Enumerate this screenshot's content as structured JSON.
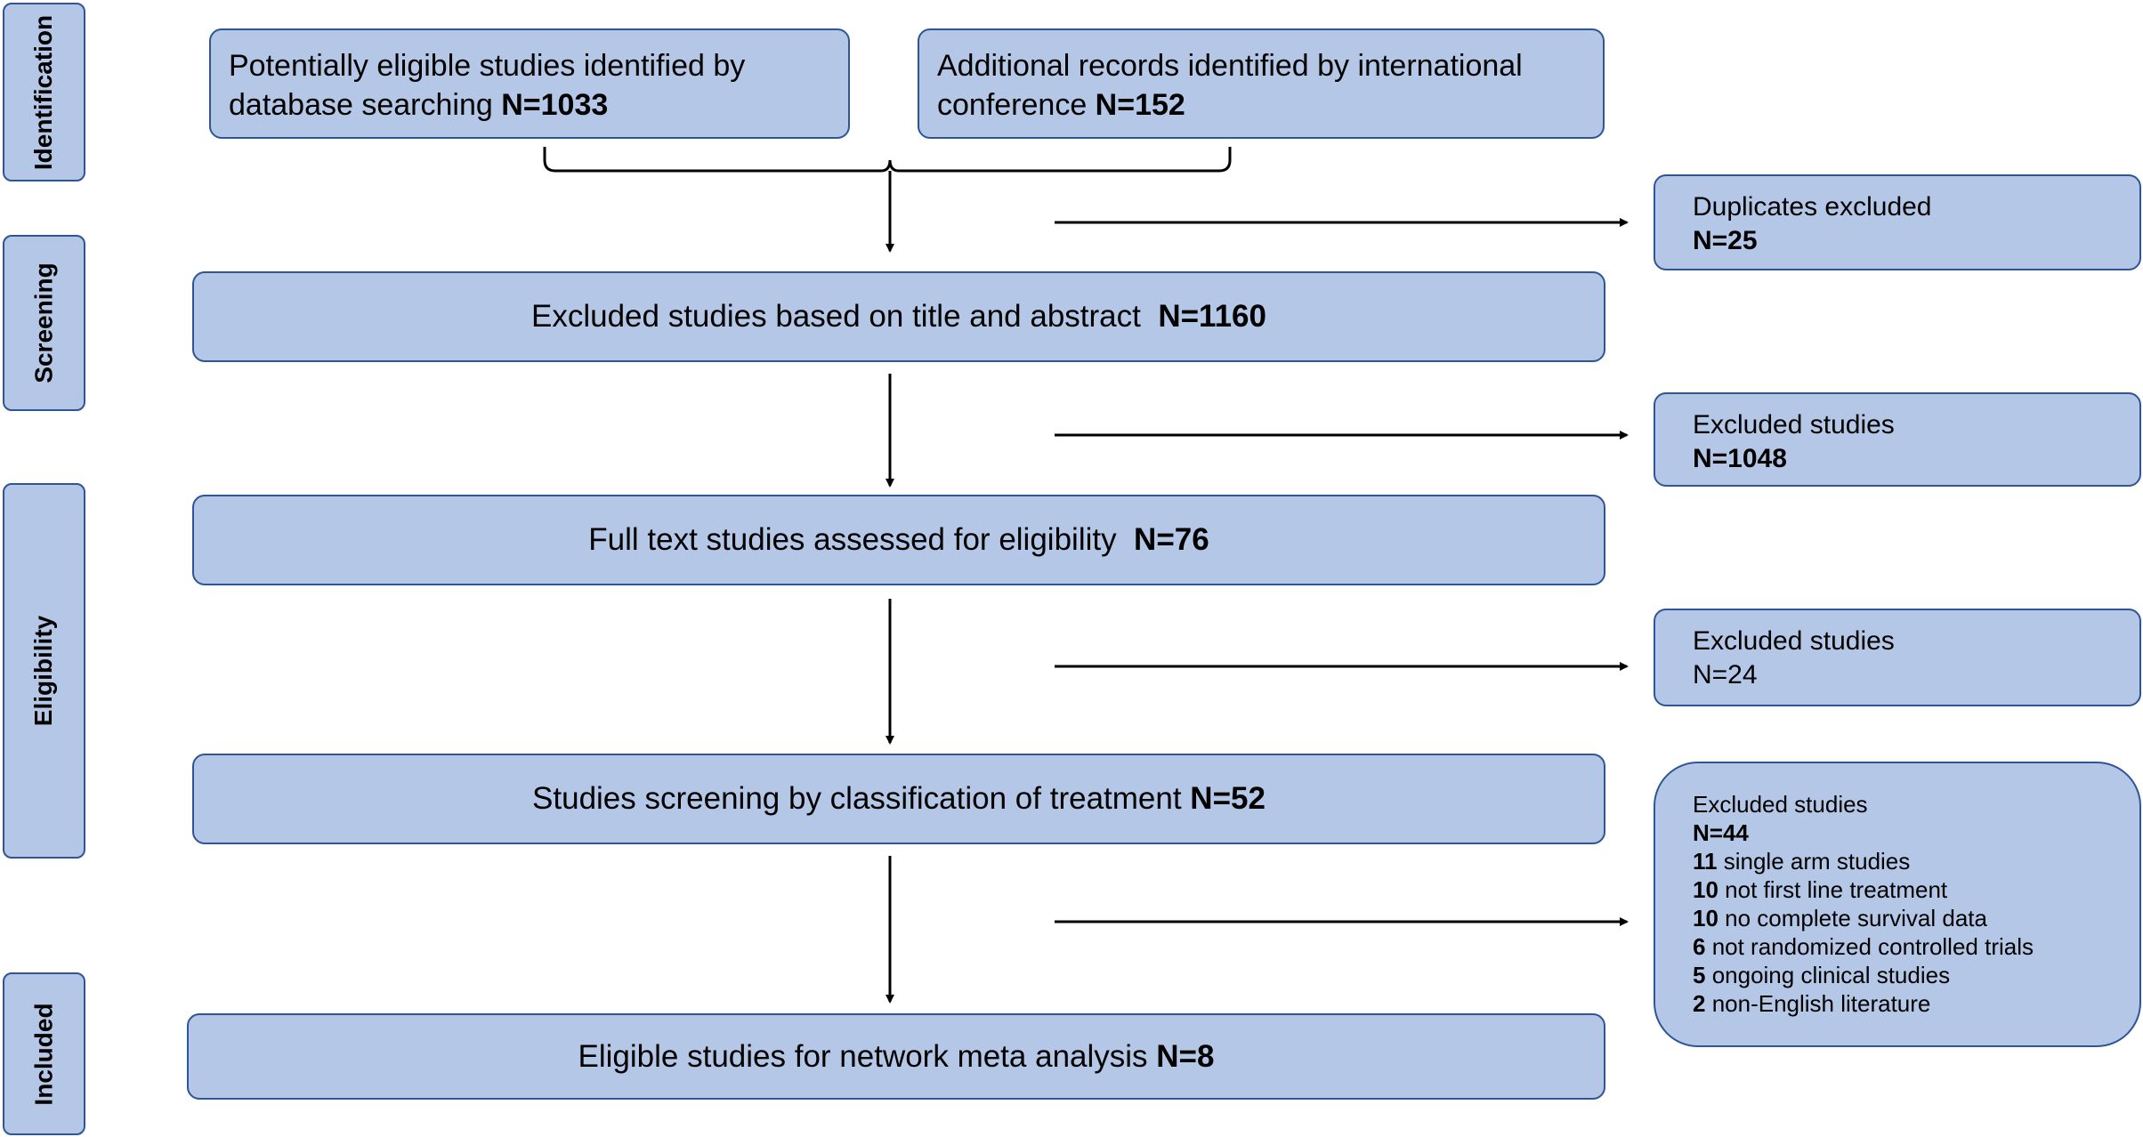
{
  "stages": {
    "identification": "Identification",
    "screening": "Screening",
    "eligibility": "Eligibility",
    "included": "Included"
  },
  "sources": {
    "database": {
      "text": "Potentially eligible studies identified by database searching ",
      "n": "N=1033"
    },
    "conference": {
      "text": "Additional records identified by international conference ",
      "n": "N=152"
    }
  },
  "flow": {
    "title_abstract": {
      "text": "Excluded studies based on title and abstract  ",
      "n": "N=1160"
    },
    "full_text": {
      "text": "Full text studies assessed for eligibility  ",
      "n": "N=76"
    },
    "classification": {
      "text": "Studies screening by classification of treatment ",
      "n": "N=52"
    },
    "eligible": {
      "text": "Eligible studies for network meta analysis ",
      "n": "N=8"
    }
  },
  "exclusions": {
    "duplicates": {
      "label": "Duplicates excluded",
      "n": "N=25"
    },
    "excluded_1": {
      "label": "Excluded studies",
      "n": "N=1048"
    },
    "excluded_2": {
      "label": "Excluded studies",
      "n": "N=24"
    },
    "excluded_3": {
      "label": "Excluded studies",
      "n": "N=44",
      "reasons": [
        {
          "count": "11",
          "text": " single arm studies"
        },
        {
          "count": "10",
          "text": " not first line treatment"
        },
        {
          "count": "10",
          "text": " no complete survival data"
        },
        {
          "count": "6",
          "text": " not randomized controlled trials"
        },
        {
          "count": "5",
          "text": " ongoing clinical studies"
        },
        {
          "count": "2",
          "text": " non-English literature"
        }
      ]
    }
  },
  "colors": {
    "box_fill": "#b4c7e7",
    "box_border": "#2f5597",
    "line": "#000000"
  }
}
